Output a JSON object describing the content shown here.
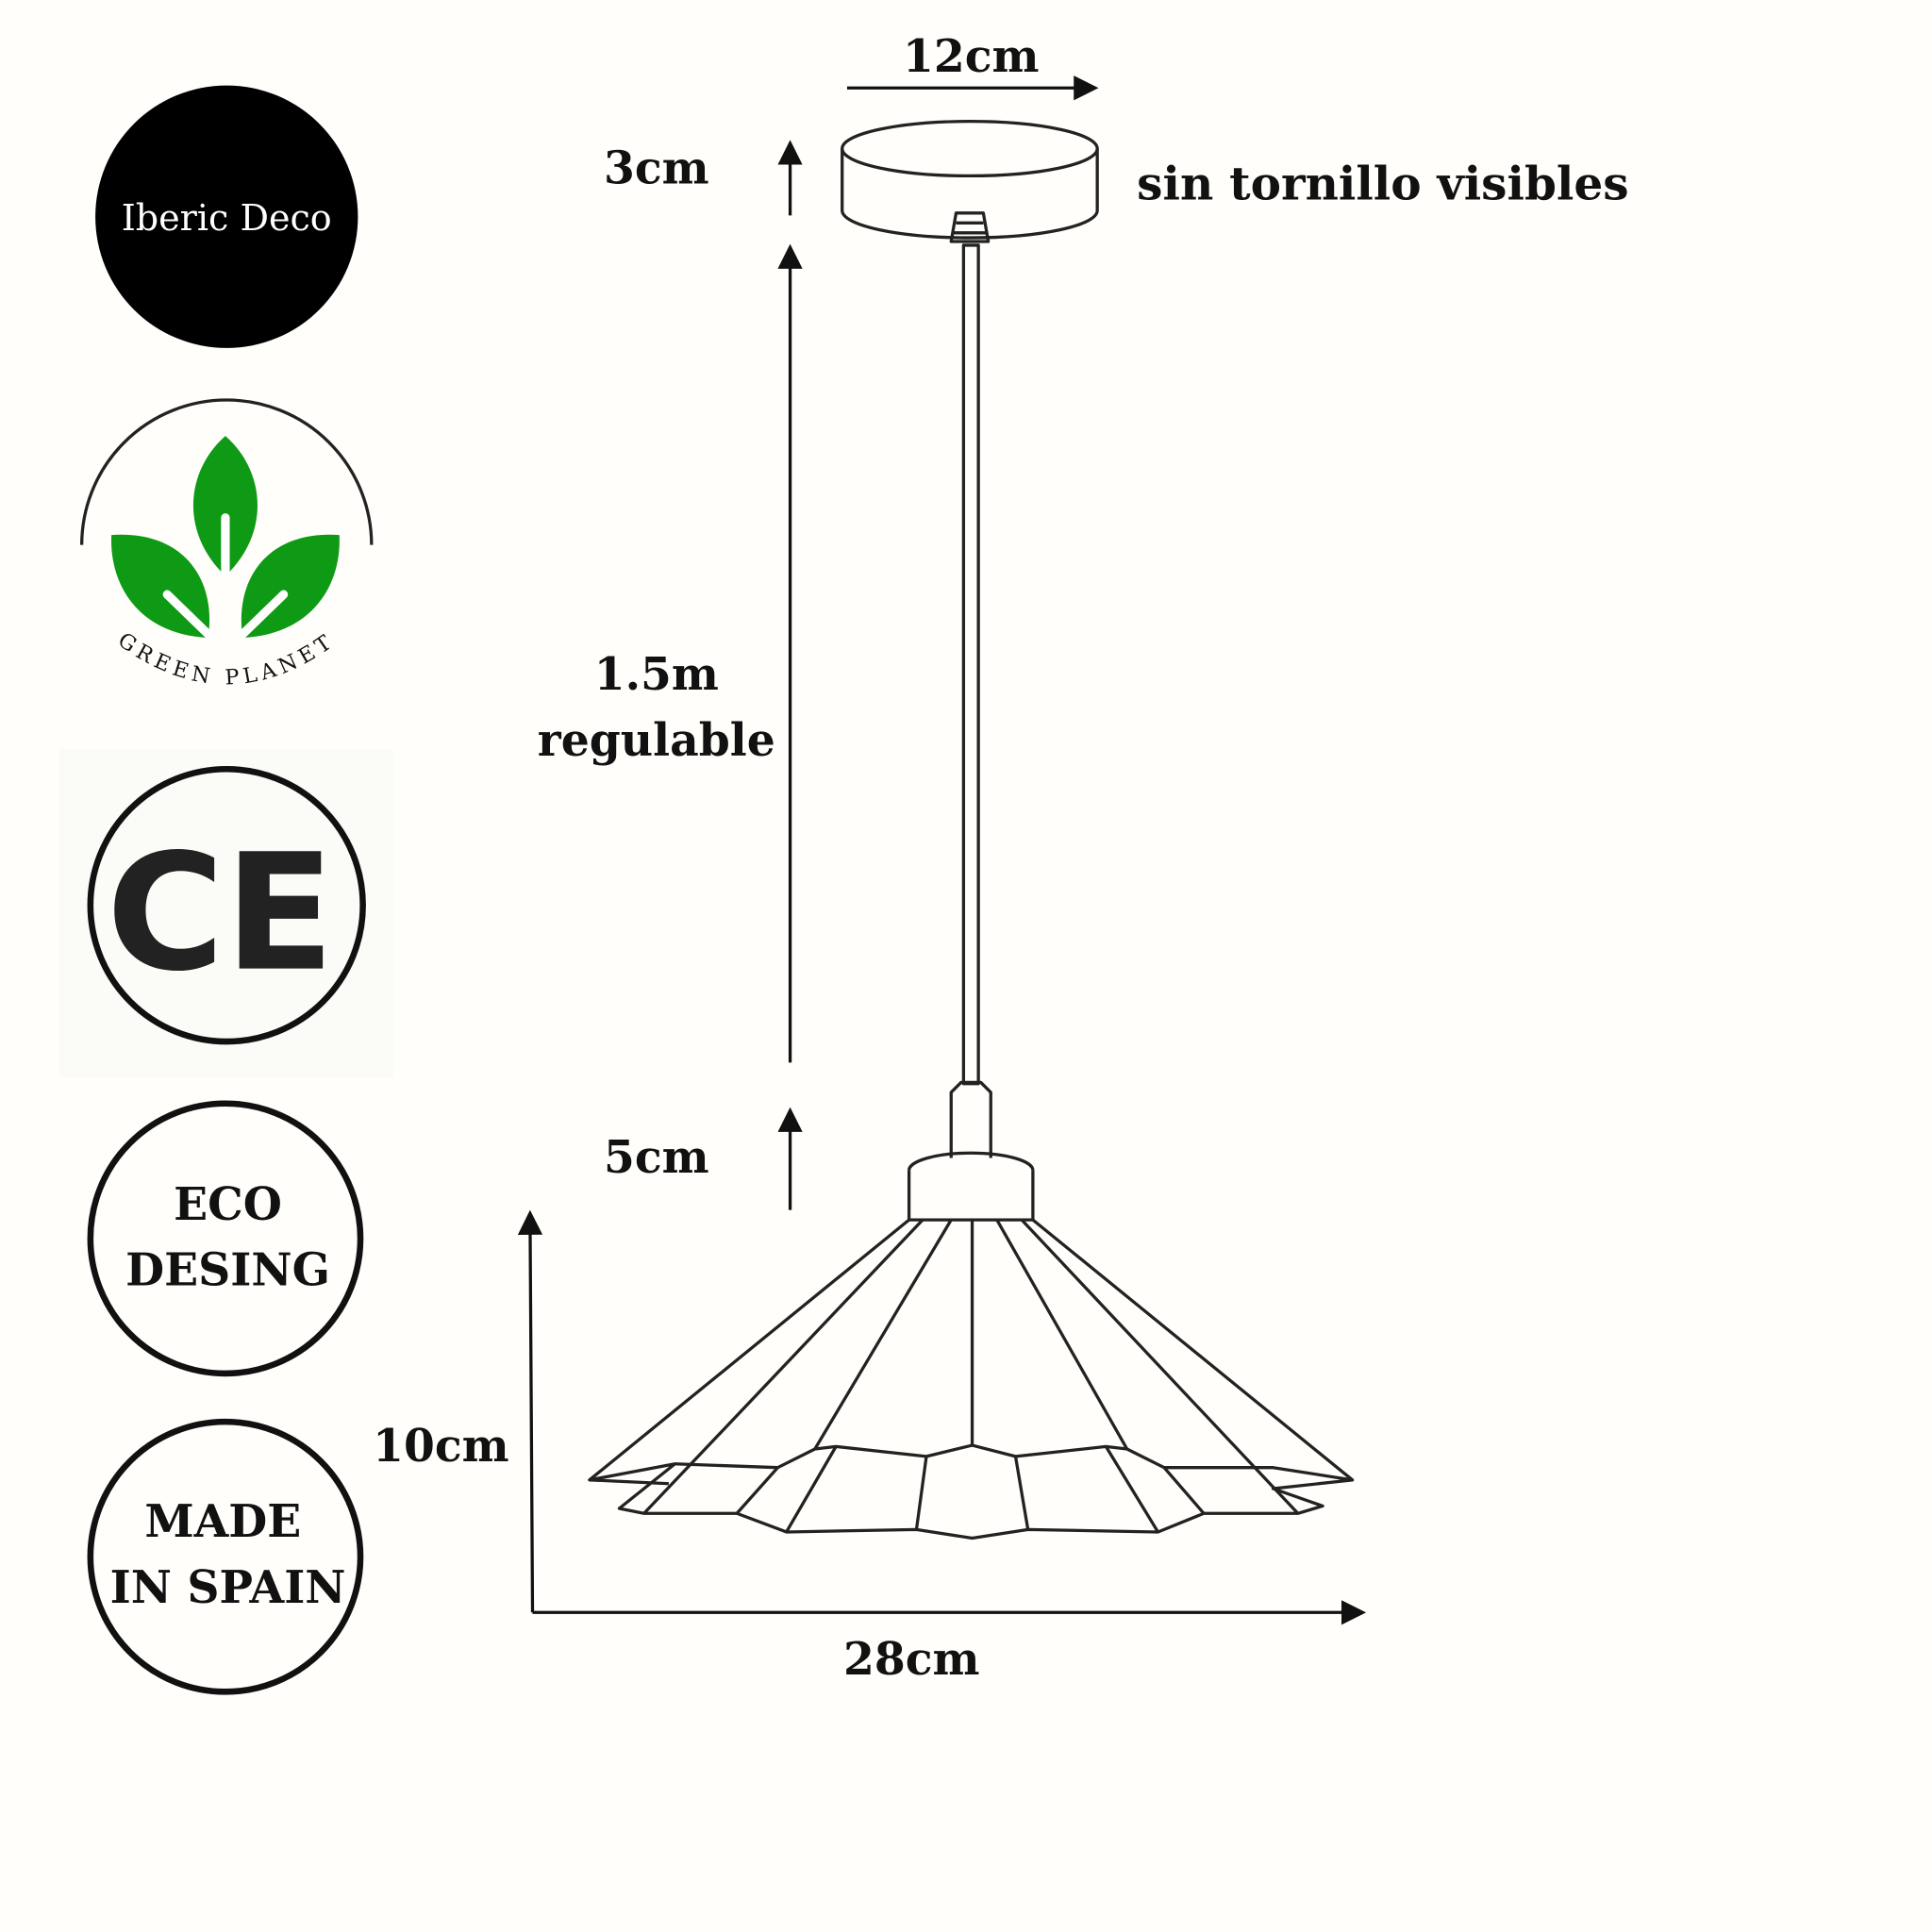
{
  "badges": {
    "brand": "Iberic Deco",
    "green_planet": "GREEN PLANET",
    "ce_mark": "CE",
    "eco_line1": "ECO",
    "eco_line2": "DESING",
    "made_line1": "MADE",
    "made_line2": "IN SPAIN"
  },
  "dimensions": {
    "canopy_width": "12cm",
    "canopy_height": "3cm",
    "canopy_note": "sin tornillo visibles",
    "cable_length": "1.5m",
    "cable_note": "regulable",
    "collar_height": "5cm",
    "shade_height": "10cm",
    "shade_width": "28cm"
  },
  "colors": {
    "leaf_green": "#0e9a14",
    "ink": "#111111"
  }
}
